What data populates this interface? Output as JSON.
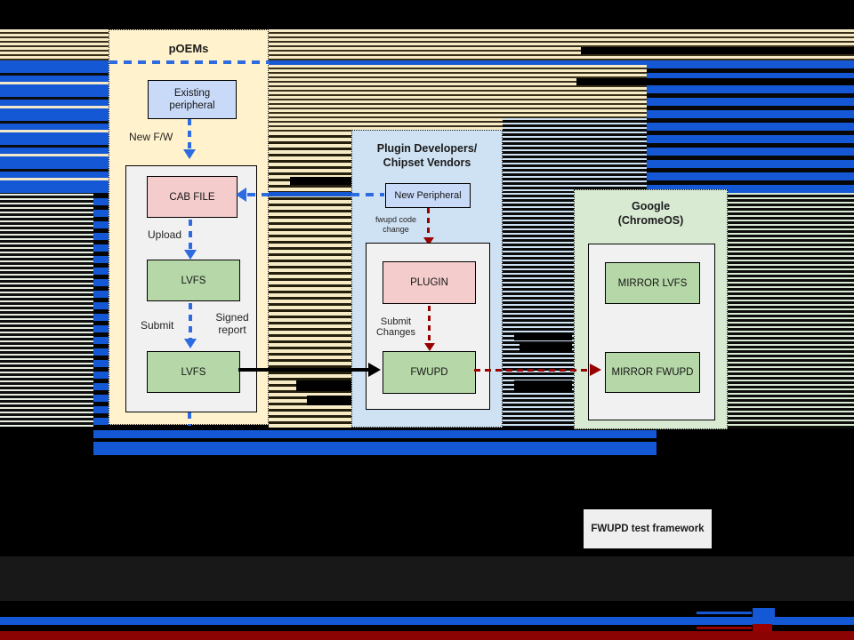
{
  "colors": {
    "slide_bg": "#000000",
    "cream_container": "#fff2cc",
    "blue_container": "#cfe2f3",
    "green_container": "#d9ead3",
    "inner_panel": "#f1f1f1",
    "blue_node": "#c9daf8",
    "pink_node": "#f4cccc",
    "green_node": "#b6d7a8",
    "blue_accent": "#1558d6",
    "blue_arrow": "#2d6be0",
    "red_arrow": "#990000",
    "red_bar": "#8b0303",
    "test_framework_bg": "#efefef"
  },
  "poems": {
    "title": "pOEMs",
    "existing_peripheral_label": "Existing peripheral",
    "new_fw_label": "New F/W",
    "cab_file_label": "CAB FILE",
    "upload_label": "Upload",
    "lvfs_label": "LVFS",
    "submit_label": "Submit",
    "signed_report_label": "Signed report",
    "lvfs2_label": "LVFS"
  },
  "plugin_devs": {
    "title_line1": "Plugin Developers/",
    "title_line2": "Chipset Vendors",
    "new_peripheral_label": "New Peripheral",
    "fwupd_code_change_label": "fwupd code change",
    "plugin_label": "PLUGIN",
    "submit_changes_label": "Submit Changes",
    "fwupd_label": "FWUPD"
  },
  "google": {
    "title_line1": "Google",
    "title_line2": "(ChromeOS)",
    "mirror_lvfs_label": "MIRROR LVFS",
    "mirror_fwupd_label": "MIRROR FWUPD"
  },
  "footer": {
    "test_framework_label": "FWUPD test framework"
  }
}
